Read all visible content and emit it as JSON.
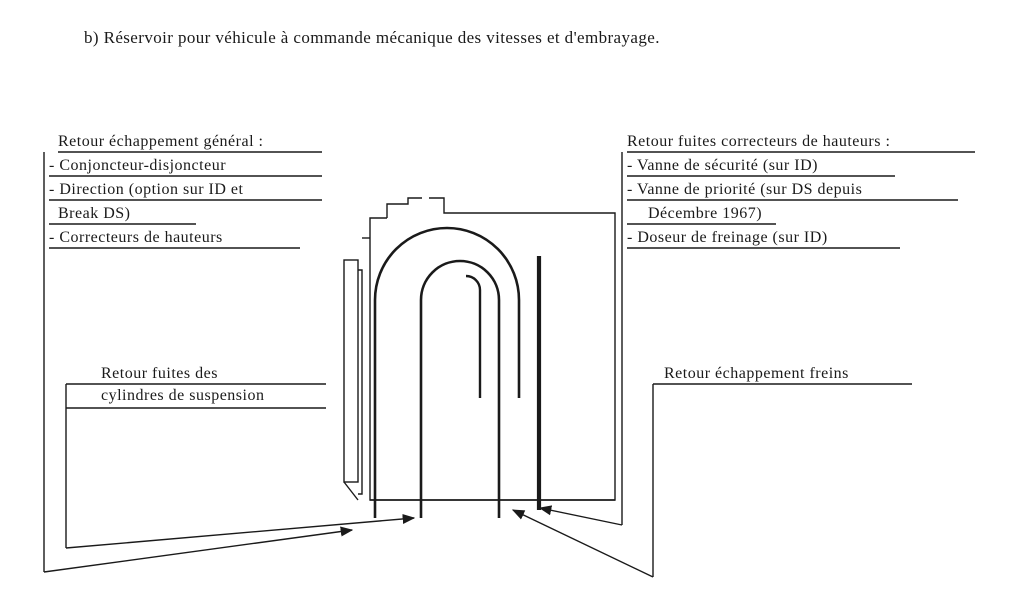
{
  "caption": "b) Réservoir pour véhicule à commande mécanique des vitesses et d'embrayage.",
  "left_group": {
    "title": "Retour échappement général :",
    "items": [
      "- Conjoncteur-disjoncteur",
      "- Direction (option sur ID et",
      "Break DS)",
      "- Correcteurs de hauteurs"
    ]
  },
  "right_group": {
    "title": "Retour fuites correcteurs de hauteurs :",
    "items": [
      "- Vanne de sécurité (sur ID)",
      "- Vanne de priorité (sur DS depuis",
      "Décembre 1967)",
      "- Doseur de freinage (sur ID)"
    ]
  },
  "suspension_label": [
    "Retour fuites des",
    "cylindres de suspension"
  ],
  "brakes_label": "Retour échappement freins"
}
